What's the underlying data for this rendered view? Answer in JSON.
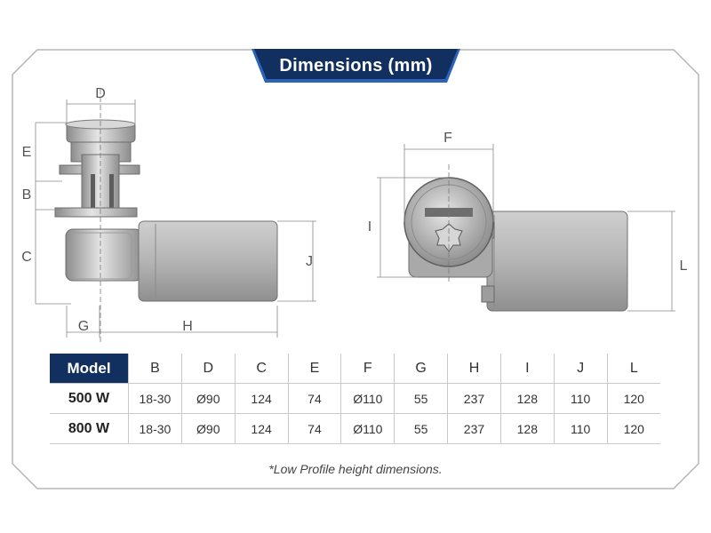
{
  "title": "Dimensions (mm)",
  "dimension_labels": {
    "D": "D",
    "E": "E",
    "B": "B",
    "C": "C",
    "G": "G",
    "H": "H",
    "J": "J",
    "F": "F",
    "I": "I",
    "L": "L"
  },
  "table": {
    "header": [
      "Model",
      "B",
      "D",
      "C",
      "E",
      "F",
      "G",
      "H",
      "I",
      "J",
      "L"
    ],
    "rows": [
      [
        "500 W",
        "18-30",
        "Ø90",
        "124",
        "74",
        "Ø110",
        "55",
        "237",
        "128",
        "110",
        "120"
      ],
      [
        "800 W",
        "18-30",
        "Ø90",
        "124",
        "74",
        "Ø110",
        "55",
        "237",
        "128",
        "110",
        "120"
      ]
    ]
  },
  "footnote": "*Low Profile height dimensions.",
  "colors": {
    "banner": "#12305f",
    "banner_accent": "#2d63b8",
    "frame": "#b5b5b5",
    "device_body": "#b4b4b4"
  }
}
